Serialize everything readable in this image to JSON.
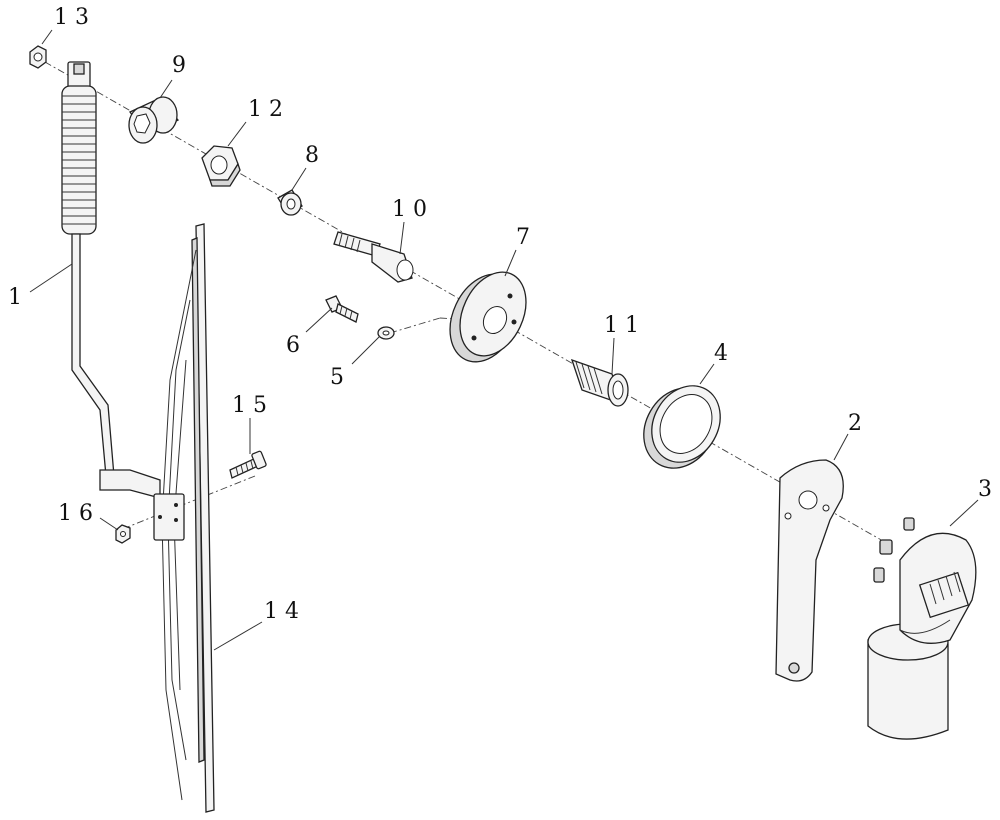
{
  "labels": {
    "p1": "1",
    "p2": "2",
    "p3": "3",
    "p4": "4",
    "p5": "5",
    "p6": "6",
    "p7": "7",
    "p8": "8",
    "p9": "9",
    "p10": "1 0",
    "p11": "1 1",
    "p12": "1 2",
    "p13": "1 3",
    "p14": "1 4",
    "p15": "1 5",
    "p16": "1 6"
  },
  "colors": {
    "line": "#222222",
    "fill": "#f4f4f4",
    "background": "#ffffff"
  }
}
